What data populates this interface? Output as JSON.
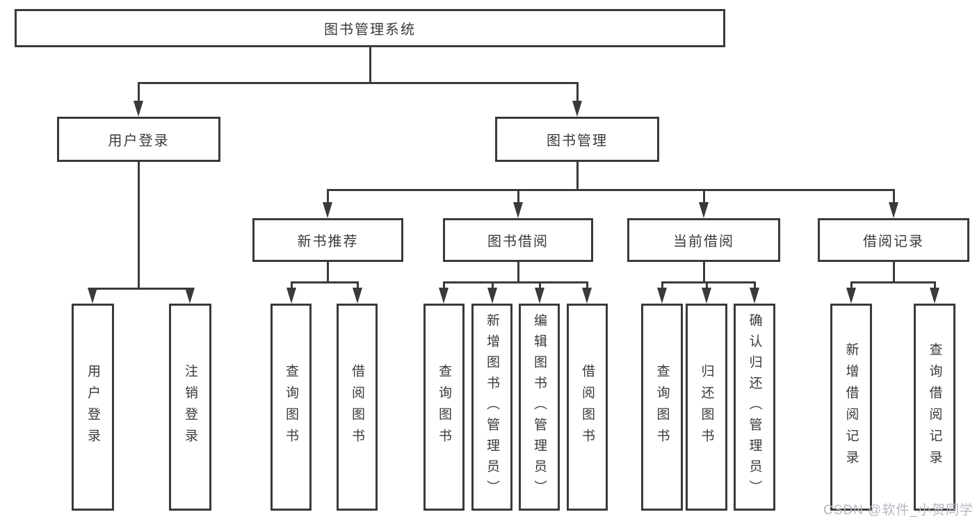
{
  "nodes": {
    "root": {
      "label": "图书管理系统"
    },
    "user_login": {
      "label": "用户登录"
    },
    "book_mgmt": {
      "label": "图书管理"
    },
    "new_book_rec": {
      "label": "新书推荐"
    },
    "book_borrow": {
      "label": "图书借阅"
    },
    "current_borrow": {
      "label": "当前借阅"
    },
    "borrow_records": {
      "label": "借阅记录"
    },
    "leaf_user_login": {
      "label": "用户登录"
    },
    "leaf_logout": {
      "label": "注销登录"
    },
    "leaf_query_book_1": {
      "label": "查询图书"
    },
    "leaf_borrow_book_1": {
      "label": "借阅图书"
    },
    "leaf_query_book_2": {
      "label": "查询图书"
    },
    "leaf_add_book": {
      "label": "新增图书（管理员）"
    },
    "leaf_edit_book": {
      "label": "编辑图书（管理员）"
    },
    "leaf_borrow_book_2": {
      "label": "借阅图书"
    },
    "leaf_query_book_3": {
      "label": "查询图书"
    },
    "leaf_return_book": {
      "label": "归还图书"
    },
    "leaf_confirm_return": {
      "label": "确认归还（管理员）"
    },
    "leaf_add_record": {
      "label": "新增借阅记录"
    },
    "leaf_query_record": {
      "label": "查询借阅记录"
    }
  },
  "hierarchy": {
    "图书管理系统": [
      "用户登录",
      "图书管理"
    ],
    "用户登录": [
      "用户登录",
      "注销登录"
    ],
    "图书管理": [
      "新书推荐",
      "图书借阅",
      "当前借阅",
      "借阅记录"
    ],
    "新书推荐": [
      "查询图书",
      "借阅图书"
    ],
    "图书借阅": [
      "查询图书",
      "新增图书（管理员）",
      "编辑图书（管理员）",
      "借阅图书"
    ],
    "当前借阅": [
      "查询图书",
      "归还图书",
      "确认归还（管理员）"
    ],
    "借阅记录": [
      "新增借阅记录",
      "查询借阅记录"
    ]
  },
  "watermark": {
    "text": "CSDN @软件_小贺同学"
  },
  "colors": {
    "line": "#3a3a3a",
    "text": "#3a3a3a",
    "box_background": "#ffffff",
    "page_background": "#ffffff",
    "watermark_text": "#b4b8bf"
  }
}
